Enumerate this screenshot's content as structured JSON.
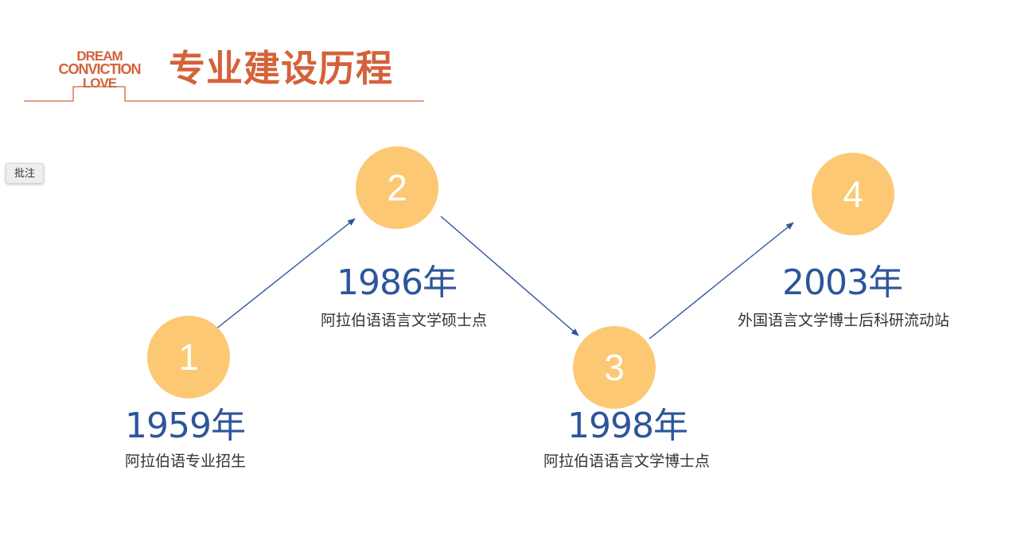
{
  "header": {
    "logo_line1": "DREAM",
    "logo_line2": "CONVICTION",
    "logo_line3": "LOVE",
    "title": "专业建设历程"
  },
  "comment_button": {
    "label": "批注"
  },
  "milestones": [
    {
      "number": "1",
      "year": "1959年",
      "description": "阿拉伯语专业招生"
    },
    {
      "number": "2",
      "year": "1986年",
      "description": "阿拉伯语语言文学硕士点"
    },
    {
      "number": "3",
      "year": "1998年",
      "description": "阿拉伯语语言文学博士点"
    },
    {
      "number": "4",
      "year": "2003年",
      "description": "外国语言文学博士后科研流动站"
    }
  ],
  "colors": {
    "accent": "#d4623a",
    "circle": "#fcc873",
    "year_text": "#2d559b",
    "arrow": "#2d559b"
  }
}
